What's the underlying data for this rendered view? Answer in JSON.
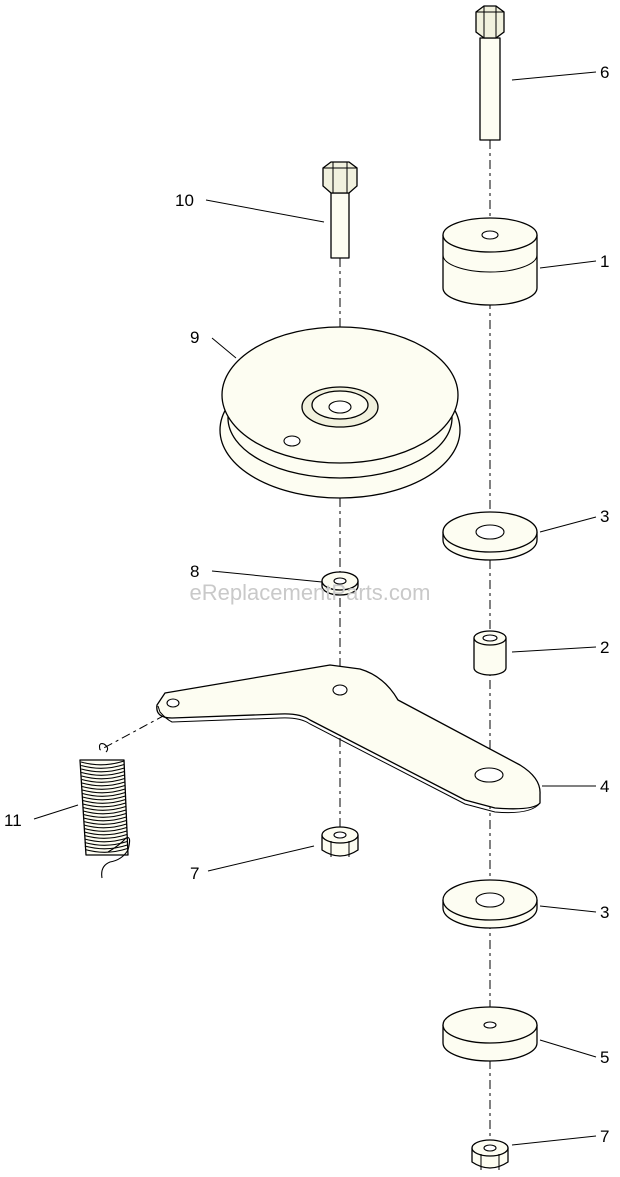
{
  "watermark": "eReplacementParts.com",
  "callouts": {
    "c1": "1",
    "c2": "2",
    "c3a": "3",
    "c3b": "3",
    "c4": "4",
    "c5": "5",
    "c6": "6",
    "c7a": "7",
    "c7b": "7",
    "c8": "8",
    "c9": "9",
    "c10": "10",
    "c11": "11"
  }
}
